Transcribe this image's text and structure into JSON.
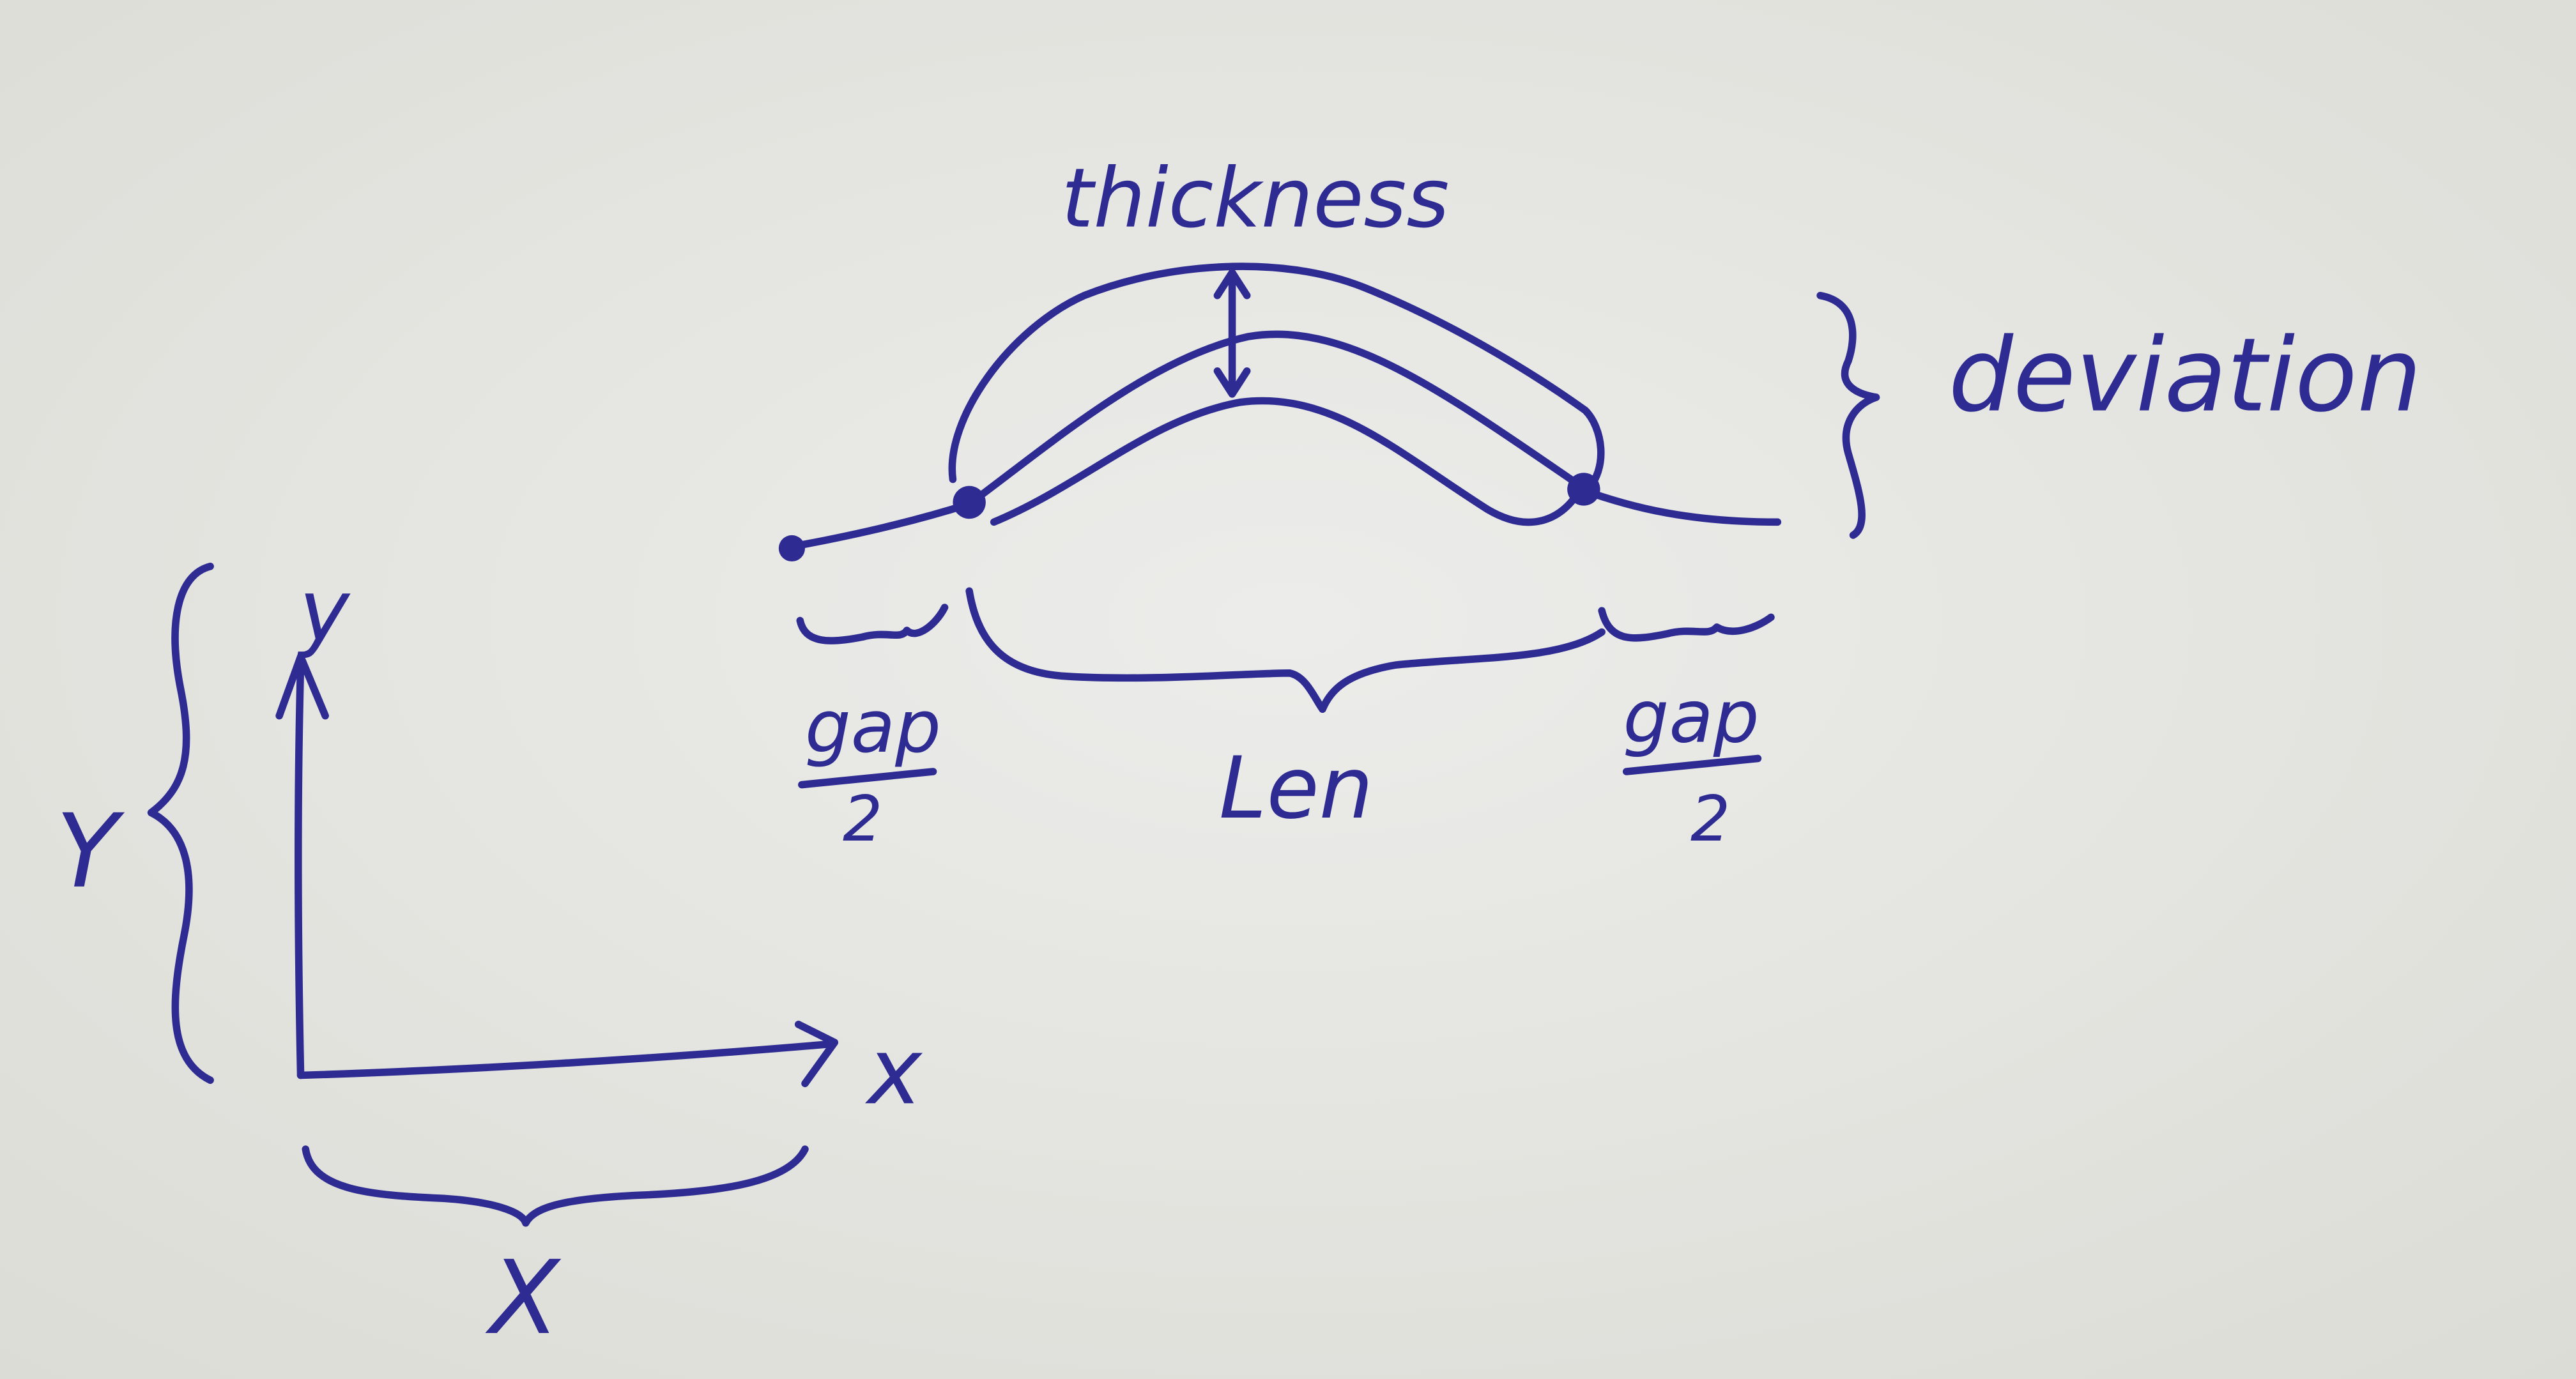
{
  "labels": {
    "thickness": "thickness",
    "deviation": "deviation",
    "gap_left": "gap",
    "gap_left_denominator": "2",
    "len": "Len",
    "gap_right": "gap",
    "gap_right_denominator": "2",
    "axis_y": "y",
    "dimension_y": "Y",
    "axis_x": "x",
    "dimension_x": "X"
  },
  "colors": {
    "ink": "#2e2b92",
    "paper": "#e4e4df"
  }
}
